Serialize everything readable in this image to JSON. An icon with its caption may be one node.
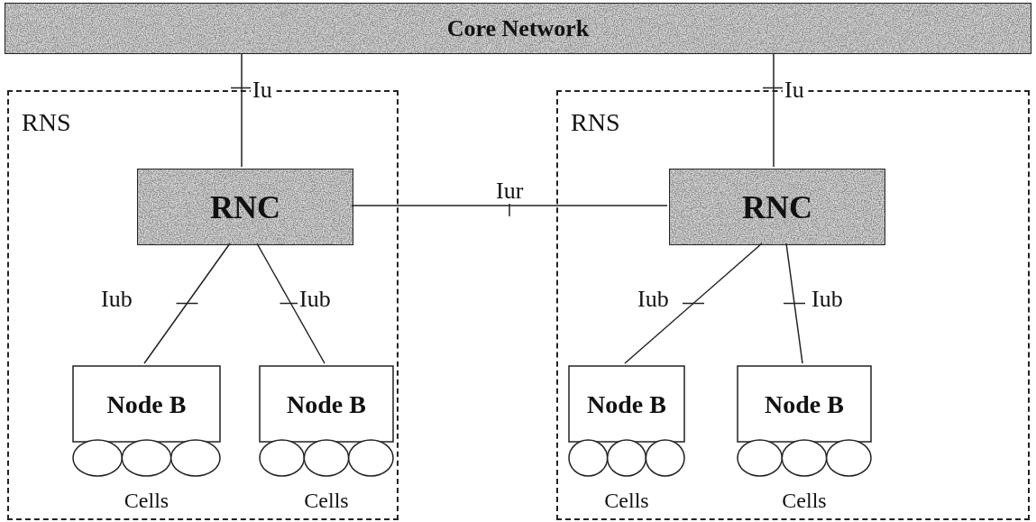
{
  "diagram": {
    "nodes": [
      {
        "text": [
          "Core Network"
        ]
      },
      {
        "text": [
          "RNS"
        ]
      },
      {
        "text": [
          "RNC"
        ],
        "in": 1
      },
      {
        "text": [
          "Node B"
        ],
        "in": 1,
        "beside": [
          "Cells"
        ]
      },
      {
        "text": [
          "Node B"
        ],
        "in": 1,
        "beside": [
          "Cells"
        ]
      },
      {
        "text": [
          "RNS"
        ]
      },
      {
        "text": [
          "RNC"
        ],
        "in": 5
      },
      {
        "text": [
          "Node B"
        ],
        "in": 5,
        "beside": [
          "Cells"
        ]
      },
      {
        "text": [
          "Node B"
        ],
        "in": 5,
        "beside": [
          "Cells"
        ]
      }
    ],
    "edges": [
      {
        "from": 0,
        "to": 2,
        "arrow": "none",
        "label": "Iu"
      },
      {
        "from": 0,
        "to": 6,
        "arrow": "none",
        "label": "Iu"
      },
      {
        "from": 2,
        "to": 6,
        "arrow": "none",
        "label": "Iur"
      },
      {
        "from": 2,
        "to": 3,
        "arrow": "none",
        "label": "Iub"
      },
      {
        "from": 2,
        "to": 4,
        "arrow": "none",
        "label": "Iub"
      },
      {
        "from": 6,
        "to": 7,
        "arrow": "none",
        "label": "Iub"
      },
      {
        "from": 6,
        "to": 8,
        "arrow": "none",
        "label": "Iub"
      }
    ]
  }
}
